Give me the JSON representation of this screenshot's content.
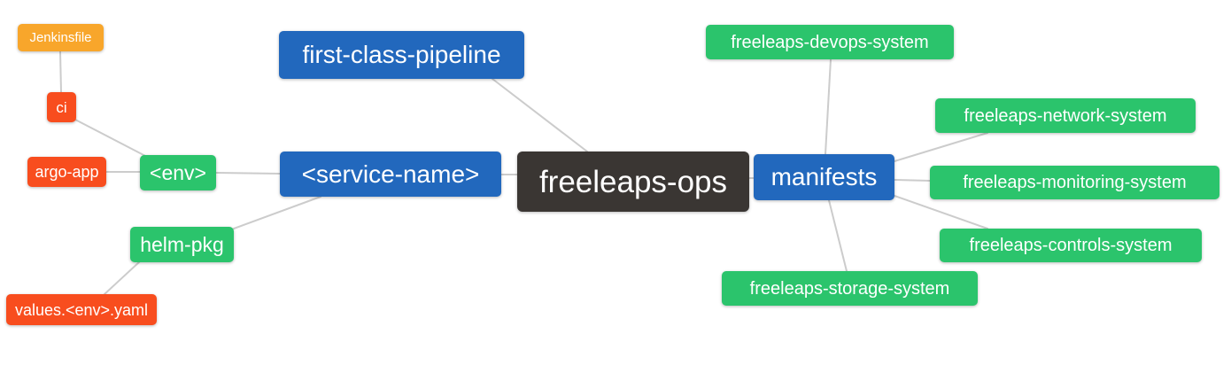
{
  "diagram": {
    "type": "mindmap",
    "root": "freeleaps-ops",
    "background": "#ffffff",
    "palette": {
      "orange": "#f8a62b",
      "red_orange": "#f84d1e",
      "green": "#2bc46c",
      "blue": "#2268bd",
      "dark": "#3a3633",
      "edge": "#cccccc",
      "text": "#ffffff"
    },
    "nodes": {
      "jenkinsfile": {
        "label": "Jenkinsfile",
        "color": "orange",
        "level": 5
      },
      "ci": {
        "label": "ci",
        "color": "red_orange",
        "level": 4
      },
      "argo_app": {
        "label": "argo-app",
        "color": "red_orange",
        "level": 4
      },
      "env": {
        "label": "<env>",
        "color": "green",
        "level": 3
      },
      "helm_pkg": {
        "label": "helm-pkg",
        "color": "green",
        "level": 3
      },
      "values_env_yaml": {
        "label": "values.<env>.yaml",
        "color": "red_orange",
        "level": 4
      },
      "first_class_pipeline": {
        "label": "first-class-pipeline",
        "color": "blue",
        "level": 2
      },
      "service_name": {
        "label": "<service-name>",
        "color": "blue",
        "level": 2
      },
      "freeleaps_ops": {
        "label": "freeleaps-ops",
        "color": "dark",
        "level": 1
      },
      "manifests": {
        "label": "manifests",
        "color": "blue",
        "level": 2
      },
      "devops_system": {
        "label": "freeleaps-devops-system",
        "color": "green",
        "level": 3
      },
      "network_system": {
        "label": "freeleaps-network-system",
        "color": "green",
        "level": 3
      },
      "monitoring_system": {
        "label": "freeleaps-monitoring-system",
        "color": "green",
        "level": 3
      },
      "controls_system": {
        "label": "freeleaps-controls-system",
        "color": "green",
        "level": 3
      },
      "storage_system": {
        "label": "freeleaps-storage-system",
        "color": "green",
        "level": 3
      }
    },
    "edges": [
      [
        "jenkinsfile",
        "ci"
      ],
      [
        "ci",
        "env"
      ],
      [
        "argo_app",
        "env"
      ],
      [
        "env",
        "service_name"
      ],
      [
        "helm_pkg",
        "service_name"
      ],
      [
        "helm_pkg",
        "values_env_yaml"
      ],
      [
        "first_class_pipeline",
        "freeleaps_ops"
      ],
      [
        "service_name",
        "freeleaps_ops"
      ],
      [
        "freeleaps_ops",
        "manifests"
      ],
      [
        "manifests",
        "devops_system"
      ],
      [
        "manifests",
        "network_system"
      ],
      [
        "manifests",
        "monitoring_system"
      ],
      [
        "manifests",
        "controls_system"
      ],
      [
        "manifests",
        "storage_system"
      ]
    ]
  }
}
